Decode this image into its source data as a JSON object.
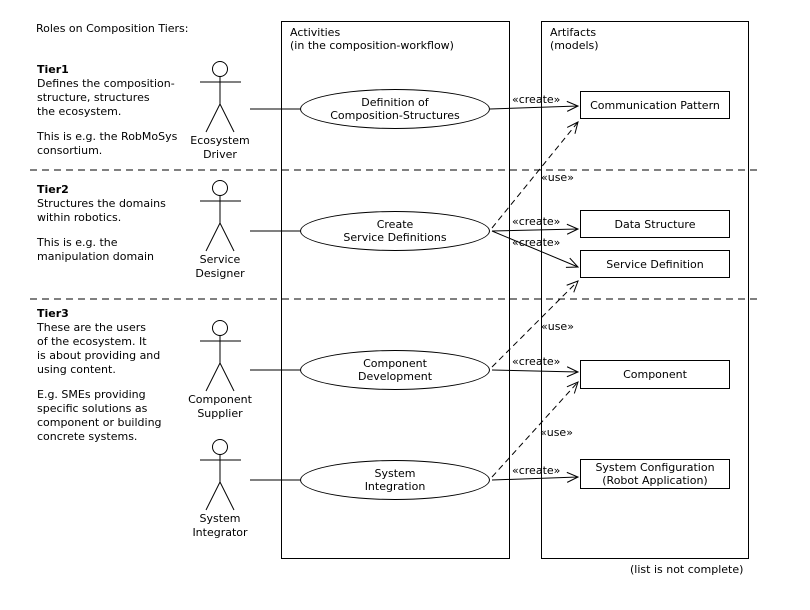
{
  "title": "Roles on Composition Tiers:",
  "columns": {
    "activities": {
      "title": "Activities",
      "subtitle": "(in the composition-workflow)"
    },
    "artifacts": {
      "title": "Artifacts",
      "subtitle": "(models)"
    }
  },
  "tiers": [
    {
      "name": "Tier1",
      "description": "Defines the composition-\nstructure, structures\nthe ecosystem.",
      "note": "This is e.g. the RobMoSys\nconsortium."
    },
    {
      "name": "Tier2",
      "description": "Structures the domains\nwithin robotics.",
      "note": "This is e.g. the\nmanipulation domain"
    },
    {
      "name": "Tier3",
      "description": "These are the users\nof the ecosystem. It\nis about providing and\nusing content.",
      "note": "E.g. SMEs providing\nspecific solutions as\ncomponent or building\nconcrete systems."
    }
  ],
  "actors": [
    {
      "label": "Ecosystem\nDriver"
    },
    {
      "label": "Service\nDesigner"
    },
    {
      "label": "Component\nSupplier"
    },
    {
      "label": "System\nIntegrator"
    }
  ],
  "activities": [
    {
      "label": "Definition of\nComposition-Structures"
    },
    {
      "label": "Create\nService Definitions"
    },
    {
      "label": "Component\nDevelopment"
    },
    {
      "label": "System\nIntegration"
    }
  ],
  "artifacts": [
    {
      "label": "Communication Pattern"
    },
    {
      "label": "Data Structure"
    },
    {
      "label": "Service Definition"
    },
    {
      "label": "Component"
    },
    {
      "label": "System Configuration\n(Robot Application)"
    }
  ],
  "edges": [
    {
      "from": "Definition of Composition-Structures",
      "to": "Communication Pattern",
      "label": "«create»",
      "style": "solid"
    },
    {
      "from": "Create Service Definitions",
      "to": "Communication Pattern",
      "label": "«use»",
      "style": "dashed"
    },
    {
      "from": "Create Service Definitions",
      "to": "Data Structure",
      "label": "«create»",
      "style": "solid"
    },
    {
      "from": "Create Service Definitions",
      "to": "Service Definition",
      "label": "«create»",
      "style": "solid"
    },
    {
      "from": "Component Development",
      "to": "Service Definition",
      "label": "«use»",
      "style": "dashed"
    },
    {
      "from": "Component Development",
      "to": "Component",
      "label": "«create»",
      "style": "solid"
    },
    {
      "from": "System Integration",
      "to": "Component",
      "label": "«use»",
      "style": "dashed"
    },
    {
      "from": "System Integration",
      "to": "System Configuration (Robot Application)",
      "label": "«create»",
      "style": "solid"
    }
  ],
  "footnote": "(list is not complete)",
  "colors": {
    "ink": "#000000",
    "background": "#ffffff"
  }
}
